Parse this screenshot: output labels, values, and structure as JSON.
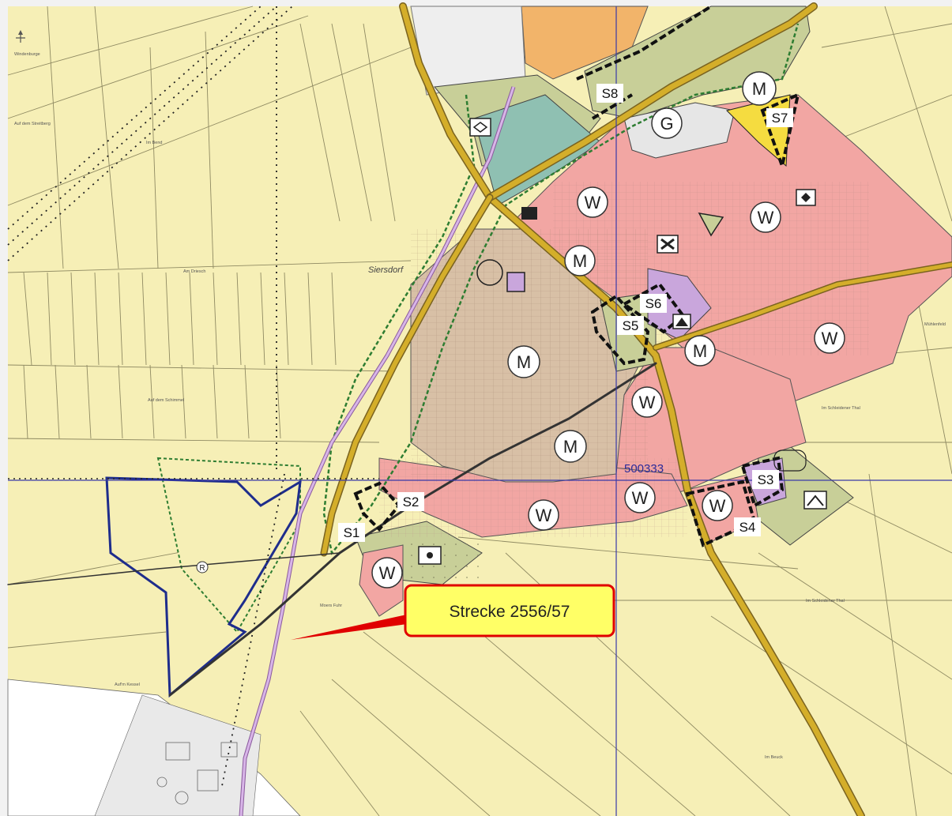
{
  "map": {
    "colors": {
      "agriculture": "#f6efb6",
      "residential": "#f2a6a3",
      "mixed": "#d8c0a6",
      "green": "#c8cf98",
      "water_green": "#8fc0b2",
      "commercial": "#f2b46a",
      "special": "#c9a6dc",
      "road": "#d4ae2a",
      "rail": "#c79ad9",
      "boundary_blue": "#1e2d8c",
      "boundary_green": "#2e7d32",
      "callout_fill": "#ffff66",
      "callout_border": "#e00000"
    },
    "place_names": {
      "siersdorf": "Siersdorf",
      "streitberg": "Auf dem Streitberg",
      "im_bend": "Im Bend",
      "am_driesch": "Am Driesch",
      "auf_dem_schimmel": "Auf dem Schimmel",
      "moers_fuhr": "Moers Fuhr",
      "auf_m_kessel": "Auf'm Kessel",
      "im_schleidener_thal": "Im Schleidener Thal",
      "im_schleidener_thal_2": "Im Schleidener Thal",
      "im_beuck": "Im Beuck",
      "muehlenfeld": "Mühlenfeld",
      "windenburge": "Windenburge"
    },
    "zones": [
      {
        "id": "W1",
        "label": "W"
      },
      {
        "id": "W2",
        "label": "W"
      },
      {
        "id": "W3",
        "label": "W"
      },
      {
        "id": "W4",
        "label": "W"
      },
      {
        "id": "W5",
        "label": "W"
      },
      {
        "id": "W6",
        "label": "W"
      },
      {
        "id": "W7",
        "label": "W"
      },
      {
        "id": "W8",
        "label": "W"
      },
      {
        "id": "M1",
        "label": "M"
      },
      {
        "id": "M2",
        "label": "M"
      },
      {
        "id": "M3",
        "label": "M"
      },
      {
        "id": "M4",
        "label": "M"
      },
      {
        "id": "M5",
        "label": "M"
      },
      {
        "id": "G1",
        "label": "G"
      },
      {
        "id": "R1",
        "label": "R"
      }
    ],
    "sites": [
      "S1",
      "S2",
      "S3",
      "S4",
      "S5",
      "S6",
      "S7",
      "S8"
    ],
    "grid_code": "500333",
    "callout": "Strecke 2556/57"
  }
}
